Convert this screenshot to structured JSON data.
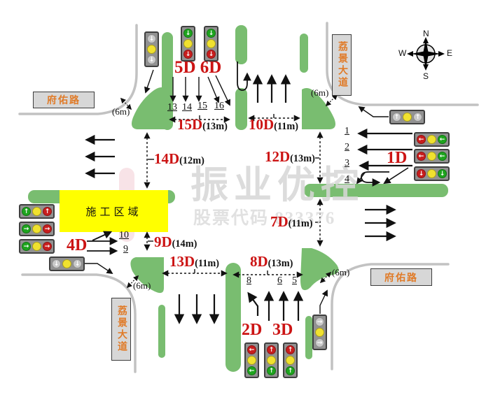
{
  "watermark": {
    "line1": "振业优控",
    "line2": "股票代码 833376"
  },
  "construction_zone": {
    "label": "施工区域"
  },
  "road_signs": [
    {
      "id": "nw",
      "text": "府佑路"
    },
    {
      "id": "ne",
      "text": "荔景大道"
    },
    {
      "id": "sw",
      "text": "荔景大道"
    },
    {
      "id": "se",
      "text": "府佑路"
    }
  ],
  "compass": {
    "n": "N",
    "s": "S",
    "e": "E",
    "w": "W"
  },
  "clearance_label": "(6m)",
  "detector_labels": [
    {
      "id": "d56",
      "d": "5D 6D",
      "m": ""
    },
    {
      "id": "l15",
      "d": "15D",
      "m": "(13m)"
    },
    {
      "id": "l10",
      "d": "10D",
      "m": "(11m)"
    },
    {
      "id": "l14",
      "d": "14D",
      "m": "(12m)"
    },
    {
      "id": "l12",
      "d": "12D",
      "m": "(13m)"
    },
    {
      "id": "l1",
      "d": "1D",
      "m": ""
    },
    {
      "id": "l7",
      "d": "7D",
      "m": "(11m)"
    },
    {
      "id": "l4",
      "d": "4D",
      "m": ""
    },
    {
      "id": "l9",
      "d": "9D",
      "m": "(14m)"
    },
    {
      "id": "l13",
      "d": "13D",
      "m": "(11m)"
    },
    {
      "id": "l8",
      "d": "8D",
      "m": "(13m)"
    },
    {
      "id": "l2",
      "d": "2D",
      "m": ""
    },
    {
      "id": "l3",
      "d": "3D",
      "m": ""
    }
  ],
  "lane_numbers": {
    "north": [
      "13",
      "14",
      "15",
      "16"
    ],
    "east": [
      "1",
      "2",
      "3",
      "4"
    ],
    "west": [
      "10",
      "9"
    ],
    "south": [
      "8",
      "6",
      "5"
    ]
  },
  "lights": [
    {
      "id": "np",
      "name": "ped-signal-north",
      "bulbs": [
        "gray-down",
        "yellow",
        "gray-down"
      ]
    },
    {
      "id": "d5",
      "name": "traffic-light-5d",
      "bulbs": [
        "green-down",
        "yellow",
        "red-down"
      ]
    },
    {
      "id": "d6",
      "name": "traffic-light-6d",
      "bulbs": [
        "green-down",
        "yellow",
        "red-down"
      ]
    },
    {
      "id": "ep",
      "name": "ped-signal-east",
      "bulbs": [
        "gray-up",
        "yellow",
        "gray-up"
      ]
    },
    {
      "id": "e1",
      "name": "traffic-light-east-1",
      "bulbs": [
        "red-left",
        "yellow",
        "green-left"
      ]
    },
    {
      "id": "e2",
      "name": "traffic-light-east-2",
      "bulbs": [
        "red-left",
        "yellow",
        "green-left"
      ]
    },
    {
      "id": "e3",
      "name": "traffic-light-east-3",
      "bulbs": [
        "red-down",
        "yellow",
        "green-down"
      ]
    },
    {
      "id": "w1",
      "name": "traffic-light-west-1",
      "bulbs": [
        "green-up",
        "yellow",
        "red-up"
      ]
    },
    {
      "id": "w2",
      "name": "traffic-light-west-2",
      "bulbs": [
        "green-right",
        "yellow",
        "red-right"
      ]
    },
    {
      "id": "w3",
      "name": "traffic-light-west-3",
      "bulbs": [
        "green-right",
        "yellow",
        "red-right"
      ]
    },
    {
      "id": "wp",
      "name": "ped-signal-west",
      "bulbs": [
        "gray-down",
        "yellow",
        "gray-down"
      ]
    },
    {
      "id": "s1",
      "name": "traffic-light-2d",
      "bulbs": [
        "red-left",
        "yellow",
        "green-left"
      ]
    },
    {
      "id": "s2",
      "name": "traffic-light-3d-a",
      "bulbs": [
        "red-up",
        "yellow",
        "green-up"
      ]
    },
    {
      "id": "s3",
      "name": "traffic-light-3d-b",
      "bulbs": [
        "red-up",
        "yellow",
        "green-up"
      ]
    },
    {
      "id": "sp",
      "name": "ped-signal-south",
      "bulbs": [
        "gray-right",
        "yellow",
        "gray-right"
      ]
    }
  ],
  "colors": {
    "green": "#1ea41e",
    "red": "#c81e1e",
    "yellow": "#f0e12f",
    "gray": "#c9c9c9",
    "label_red": "#cc1414",
    "island_green": "#79bd70",
    "construction_yellow": "#ffff00",
    "sign_text_orange": "#e07b28"
  }
}
